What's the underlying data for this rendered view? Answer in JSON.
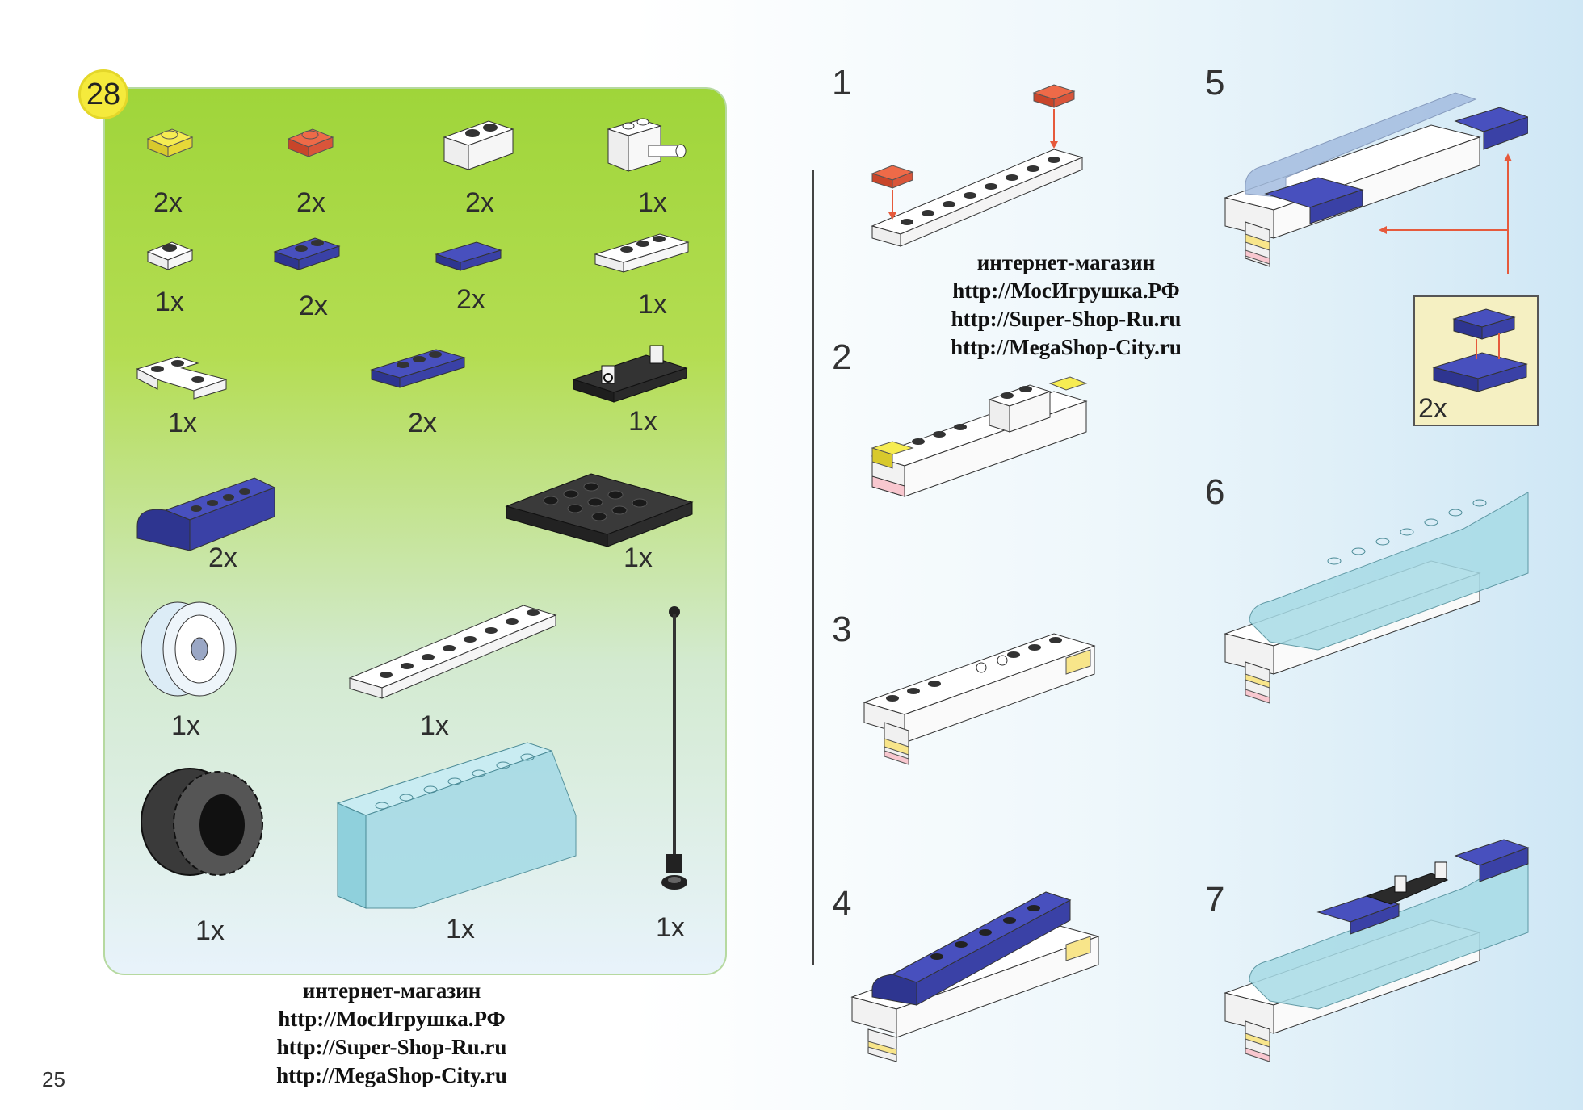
{
  "page": {
    "number": "25",
    "badge": "28"
  },
  "colors": {
    "yellow": "#f3e53a",
    "red": "#e65a3c",
    "white": "#ffffff",
    "blue": "#3e45b0",
    "black": "#2b2b2b",
    "clear": "#a7dbe6",
    "panel": "#a8d845"
  },
  "parts": [
    {
      "icon": "yellow-plate-1x1-icon",
      "qty": "2x"
    },
    {
      "icon": "red-plate-1x1-icon",
      "qty": "2x"
    },
    {
      "icon": "white-brick-1x2-icon",
      "qty": "2x"
    },
    {
      "icon": "white-brick-with-pin-icon",
      "qty": "1x"
    },
    {
      "icon": "white-plate-1x1-icon",
      "qty": "1x"
    },
    {
      "icon": "blue-plate-1x2-icon",
      "qty": "2x"
    },
    {
      "icon": "blue-tile-1x2-icon",
      "qty": "2x"
    },
    {
      "icon": "white-plate-1x3-icon",
      "qty": "1x"
    },
    {
      "icon": "white-corner-plate-icon",
      "qty": "1x"
    },
    {
      "icon": "blue-plate-1x3-icon",
      "qty": "2x"
    },
    {
      "icon": "black-plate-with-clip-icon",
      "qty": "1x"
    },
    {
      "icon": "blue-slope-curved-icon",
      "qty": "2x"
    },
    {
      "icon": "black-hinge-plate-4x4-icon",
      "qty": "1x"
    },
    {
      "icon": "white-wheel-rim-icon",
      "qty": "1x"
    },
    {
      "icon": "white-plate-1x8-icon",
      "qty": "1x"
    },
    {
      "icon": "black-tire-icon",
      "qty": "1x"
    },
    {
      "icon": "clear-windscreen-icon",
      "qty": "1x"
    },
    {
      "icon": "black-antenna-icon",
      "qty": "1x"
    }
  ],
  "steps": [
    {
      "num": "1",
      "icon": "step-1-assembly-icon"
    },
    {
      "num": "2",
      "icon": "step-2-assembly-icon"
    },
    {
      "num": "3",
      "icon": "step-3-assembly-icon"
    },
    {
      "num": "4",
      "icon": "step-4-assembly-icon"
    },
    {
      "num": "5",
      "icon": "step-5-assembly-icon"
    },
    {
      "num": "6",
      "icon": "step-6-assembly-icon"
    },
    {
      "num": "7",
      "icon": "step-7-assembly-icon"
    }
  ],
  "callout": {
    "qty": "2x"
  },
  "shop": {
    "line1": "интернет-магазин",
    "line2": "http://МосИгрушка.РФ",
    "line3": "http://Super-Shop-Ru.ru",
    "line4": "http://MegaShop-City.ru"
  }
}
